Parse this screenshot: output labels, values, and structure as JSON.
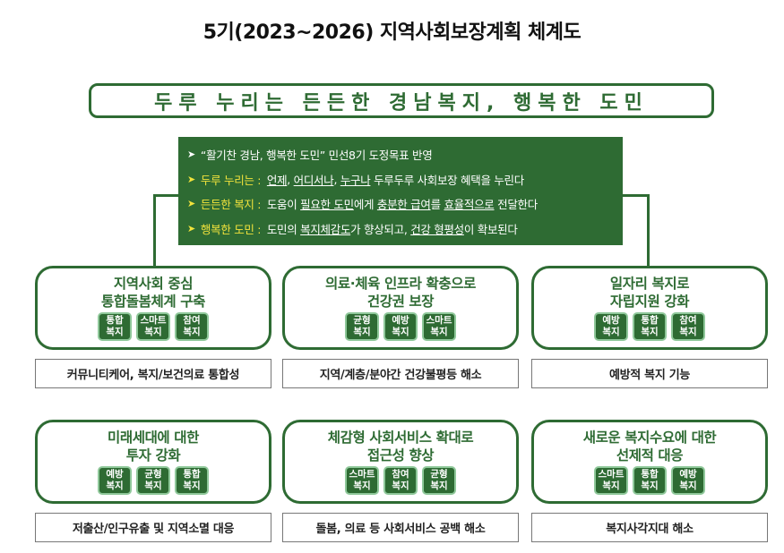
{
  "title": "5기(2023~2026) 지역사회보장계획 체계도",
  "vision": "두루 누리는 든든한 경남복지, 행복한 도민",
  "goals": [
    {
      "key": "",
      "parts": [
        {
          "t": "“활기찬 경남, 행복한 도민” 민선8기 도정목표 반영",
          "u": false
        }
      ]
    },
    {
      "key": "두루 누리는 :",
      "parts": [
        {
          "t": " ",
          "u": false
        },
        {
          "t": "언제",
          "u": true
        },
        {
          "t": ", ",
          "u": false
        },
        {
          "t": "어디서나",
          "u": true
        },
        {
          "t": ", ",
          "u": false
        },
        {
          "t": "누구나",
          "u": true
        },
        {
          "t": " 두루두루 사회보장 혜택을 누린다",
          "u": false
        }
      ]
    },
    {
      "key": "든든한 복지 :",
      "parts": [
        {
          "t": " 도움이 ",
          "u": false
        },
        {
          "t": "필요한 도민",
          "u": true
        },
        {
          "t": "에게 ",
          "u": false
        },
        {
          "t": "충분한 급여",
          "u": true
        },
        {
          "t": "를 ",
          "u": false
        },
        {
          "t": "효율적으로",
          "u": true
        },
        {
          "t": " 전달한다",
          "u": false
        }
      ]
    },
    {
      "key": "행복한 도민 :",
      "parts": [
        {
          "t": " 도민의 ",
          "u": false
        },
        {
          "t": "복지체감도",
          "u": true
        },
        {
          "t": "가 향상되고, ",
          "u": false
        },
        {
          "t": "건강 형평성",
          "u": true
        },
        {
          "t": "이 확보된다",
          "u": false
        }
      ]
    }
  ],
  "strategies": [
    {
      "title": [
        "지역사회 중심",
        "통합돌봄체계 구축"
      ],
      "tags": [
        [
          "통합",
          "복지"
        ],
        [
          "스마트",
          "복지"
        ],
        [
          "참여",
          "복지"
        ]
      ],
      "result": "커뮤니티케어, 복지/보건의료 통합성"
    },
    {
      "title": [
        "의료·체육 인프라 확충으로",
        "건강권 보장"
      ],
      "tags": [
        [
          "균형",
          "복지"
        ],
        [
          "예방",
          "복지"
        ],
        [
          "스마트",
          "복지"
        ]
      ],
      "result": "지역/계층/분야간 건강불평등 해소"
    },
    {
      "title": [
        "일자리 복지로",
        "자립지원 강화"
      ],
      "tags": [
        [
          "예방",
          "복지"
        ],
        [
          "통합",
          "복지"
        ],
        [
          "참여",
          "복지"
        ]
      ],
      "result": "예방적 복지 기능"
    },
    {
      "title": [
        "미래세대에 대한",
        "투자 강화"
      ],
      "tags": [
        [
          "예방",
          "복지"
        ],
        [
          "균형",
          "복지"
        ],
        [
          "통합",
          "복지"
        ]
      ],
      "result": "저출산/인구유출 및 지역소멸 대응"
    },
    {
      "title": [
        "체감형 사회서비스 확대로",
        "접근성 향상"
      ],
      "tags": [
        [
          "스마트",
          "복지"
        ],
        [
          "참여",
          "복지"
        ],
        [
          "균형",
          "복지"
        ]
      ],
      "result": "돌봄, 의료 등 사회서비스 공백 해소"
    },
    {
      "title": [
        "새로운 복지수요에 대한",
        "선제적 대응"
      ],
      "tags": [
        [
          "스마트",
          "복지"
        ],
        [
          "통합",
          "복지"
        ],
        [
          "예방",
          "복지"
        ]
      ],
      "result": "복지사각지대 해소"
    }
  ],
  "colors": {
    "primary": "#2e6b33",
    "highlight": "#f2e33c",
    "tag_border": "#8fc89a"
  }
}
